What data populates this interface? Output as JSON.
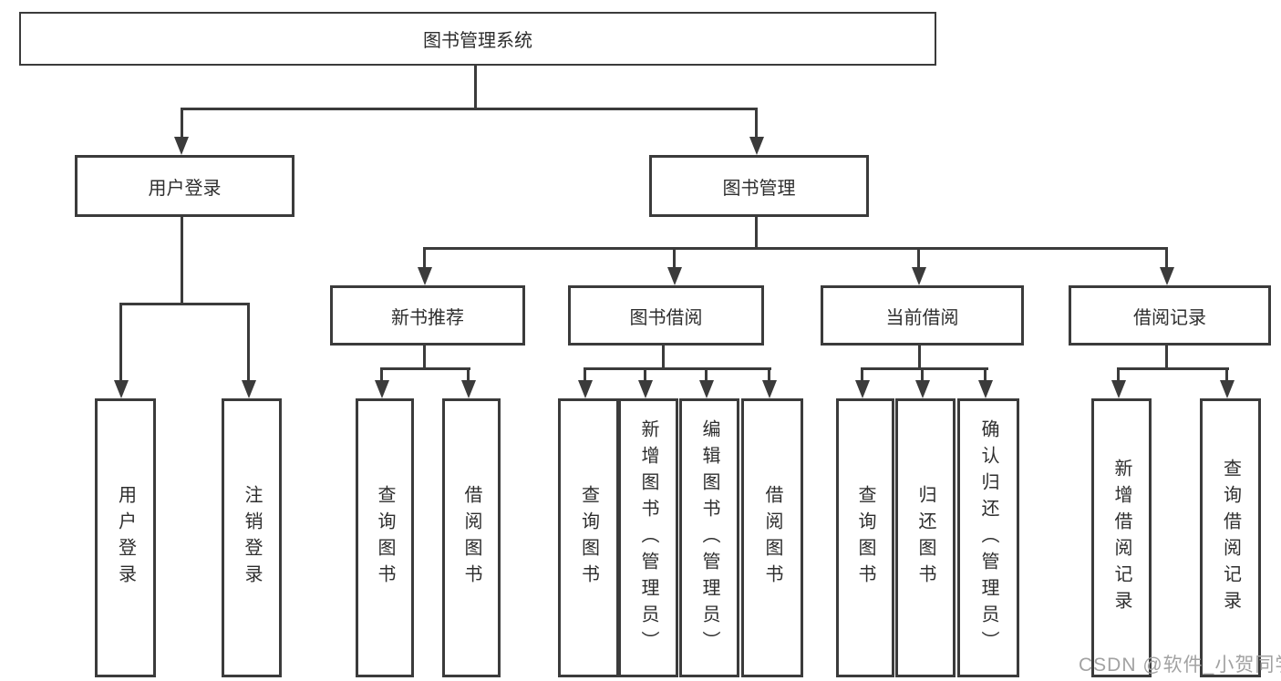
{
  "diagram": {
    "type": "function-decomposition-tree",
    "colors": {
      "line": "#3b3b3b",
      "box_border": "#3b3b3b",
      "box_fill": "#ffffff",
      "text": "#2e2e2e",
      "background": "#ffffff",
      "watermark": "#a2a2a2"
    }
  },
  "tree": {
    "root": {
      "label": "图书管理系统"
    },
    "level2": [
      {
        "label": "用户登录",
        "children": [
          {
            "label": "用户登录"
          },
          {
            "label": "注销登录"
          }
        ]
      },
      {
        "label": "图书管理",
        "children": [
          {
            "label": "新书推荐",
            "children": [
              {
                "label": "查询图书"
              },
              {
                "label": "借阅图书"
              }
            ]
          },
          {
            "label": "图书借阅",
            "children": [
              {
                "label": "查询图书"
              },
              {
                "label": "新增图书（管理员）"
              },
              {
                "label": "编辑图书（管理员）"
              },
              {
                "label": "借阅图书"
              }
            ]
          },
          {
            "label": "当前借阅",
            "children": [
              {
                "label": "查询图书"
              },
              {
                "label": "归还图书"
              },
              {
                "label": "确认归还（管理员）"
              }
            ]
          },
          {
            "label": "借阅记录",
            "children": [
              {
                "label": "新增借阅记录"
              },
              {
                "label": "查询借阅记录"
              }
            ]
          }
        ]
      }
    ]
  },
  "watermark": {
    "text": "CSDN @软件_小贺同学"
  }
}
